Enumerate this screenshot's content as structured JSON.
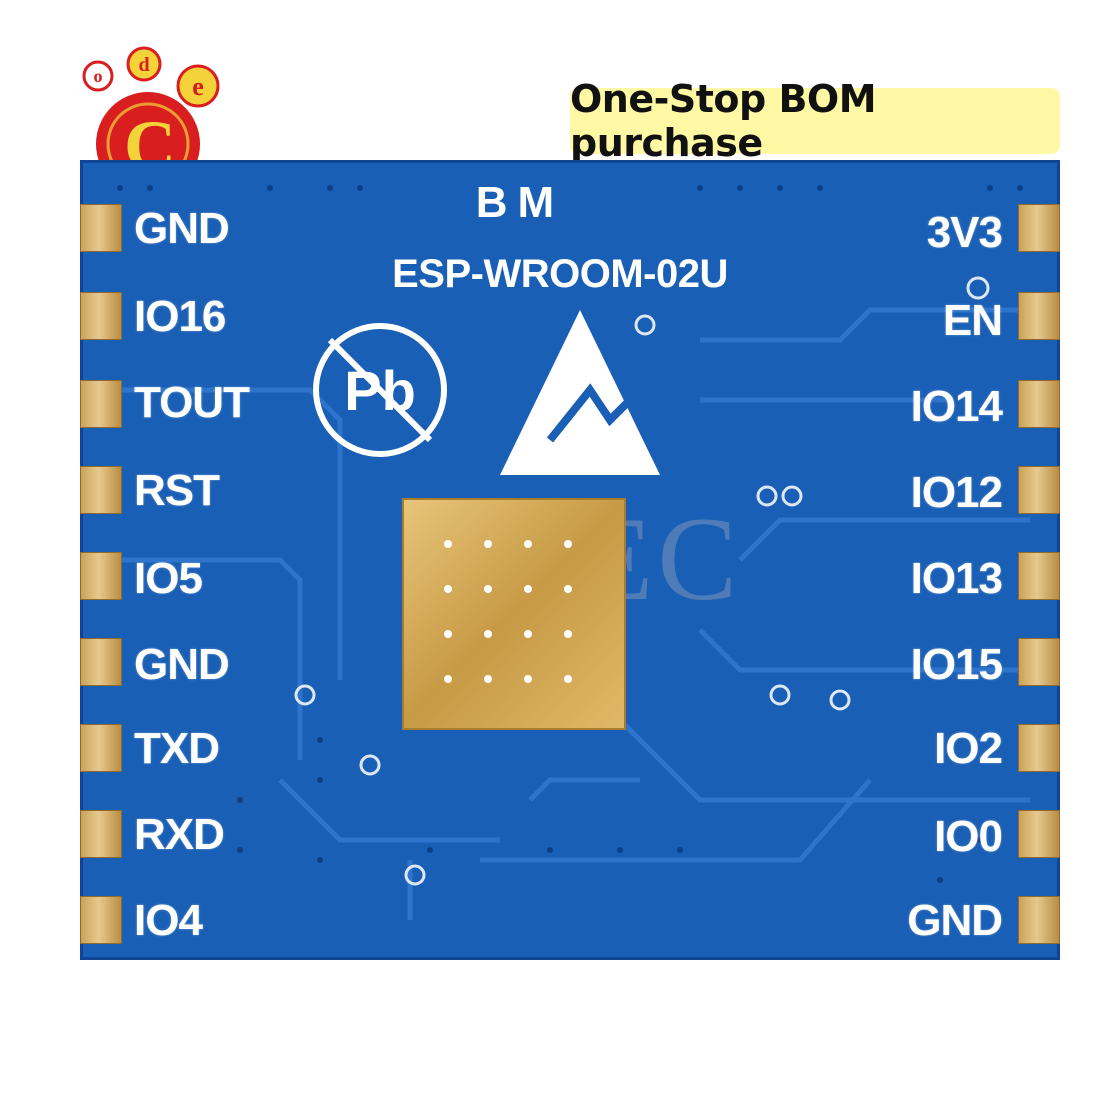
{
  "banner": {
    "text": "One-Stop BOM purchase"
  },
  "logo": {
    "letters": [
      "o",
      "d",
      "e",
      "C"
    ],
    "colors": {
      "red": "#d81e1e",
      "yellow": "#f4d23a"
    }
  },
  "board": {
    "brand": "BM",
    "model": "ESP-WROOM-02U",
    "watermark": "ODEC",
    "colors": {
      "pcb": "#1a5fb6",
      "gold": "#d4ad63",
      "silk": "#ffffff"
    },
    "left_pins": [
      "GND",
      "IO16",
      "TOUT",
      "RST",
      "IO5",
      "GND",
      "TXD",
      "RXD",
      "IO4"
    ],
    "right_pins": [
      "3V3",
      "EN",
      "IO14",
      "IO12",
      "IO13",
      "IO15",
      "IO2",
      "IO0",
      "GND"
    ]
  }
}
